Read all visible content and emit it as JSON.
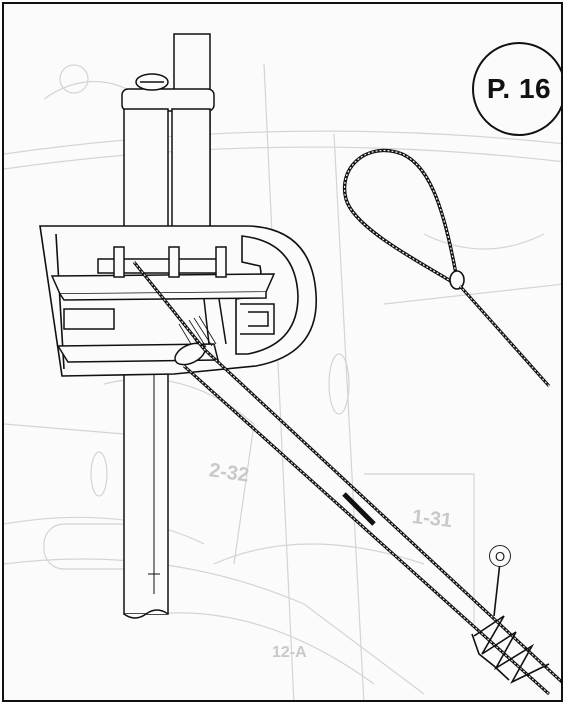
{
  "page_badge": {
    "label": "P. 16"
  },
  "callout": {
    "label": "O"
  },
  "background_labels": [
    "2-32",
    "1-31",
    "12-A"
  ],
  "colors": {
    "ink": "#111111",
    "paper": "#fbfbfb",
    "faint": "#cfcfcf"
  }
}
